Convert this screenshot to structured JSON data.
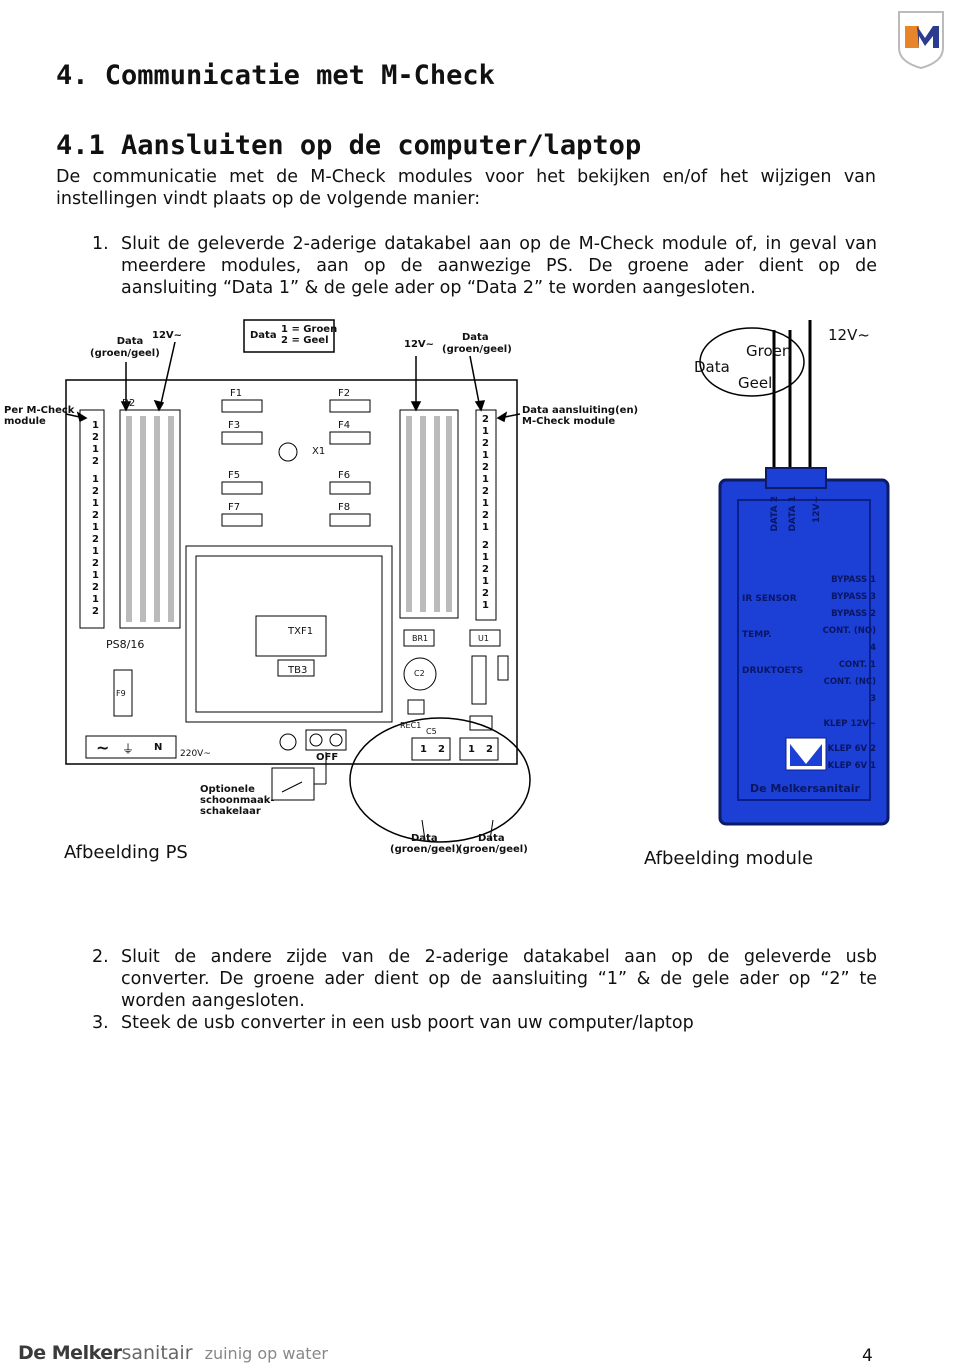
{
  "header": {
    "chapter": "4.   Communicatie met M-Check",
    "section": "4.1  Aansluiten op de computer/laptop"
  },
  "intro": {
    "line1": "De communicatie met de M-Check modules voor het bekijken en/of het wijzigen van",
    "line2": "instellingen vindt plaats op de volgende manier:"
  },
  "steps": {
    "s1_num": "1.",
    "s1_l1": "Sluit de geleverde 2-aderige datakabel aan op de M-Check module of, in geval van",
    "s1_l2": "meerdere modules,  aan op de aanwezige PS. De groene ader dient op de",
    "s1_l3": "aansluiting “Data 1” & de gele ader op “Data 2” te worden aangesloten.",
    "s2_num": "2.",
    "s2_l1": "Sluit de andere zijde van de 2-aderige datakabel aan op de geleverde usb",
    "s2_l2": "converter. De groene ader dient op de aansluiting “1” & de gele ader op “2” te",
    "s2_l3": "worden aangesloten.",
    "s3_num": "3.",
    "s3_l1": "Steek de usb converter in een usb poort van uw computer/laptop"
  },
  "ps_diagram": {
    "data_top_left": "Data",
    "data_top_left_sub": "(groen/geel)",
    "v12_left": "12V~",
    "legend_data": "Data",
    "legend_l1": "1 = Groen",
    "legend_l2": "2 = Geel",
    "v12_mid": "12V~",
    "data_top_right": "Data",
    "data_top_right_sub": "(groen/geel)",
    "per_mcheck": "Per M-Check",
    "per_mcheck_2": "module",
    "data_aansluiting": "Data aansluiting(en)",
    "data_aansluiting_2": "M-Check module",
    "board_b2": "B2",
    "fuses": [
      "F1",
      "F2",
      "F3",
      "F4",
      "F5",
      "F6",
      "F7",
      "F8"
    ],
    "x1": "X1",
    "model": "PS8/16",
    "txf": "TXF1",
    "tb3": "TB3",
    "f9": "F9",
    "br1": "BR1",
    "u1": "U1",
    "c2": "C2",
    "rec1": "REC1",
    "c5": "C5",
    "power_tilde": "~",
    "power_n": "N",
    "power_v": "220V~",
    "off": "OFF",
    "term_pins": [
      "1",
      "2",
      "1",
      "2"
    ],
    "left_pins": [
      "1",
      "2",
      "1",
      "2",
      "1",
      "2",
      "1",
      "2",
      "1",
      "2",
      "1",
      "2",
      "1",
      "2",
      "1",
      "2"
    ],
    "right_pins": [
      "2",
      "1",
      "2",
      "1",
      "2",
      "1",
      "2",
      "1",
      "2",
      "1",
      "2",
      "1",
      "2",
      "1",
      "2",
      "1"
    ],
    "switch_l1": "Optionele",
    "switch_l2": "schoonmaak-",
    "switch_l3": "schakelaar",
    "bottom_data1": "Data",
    "bottom_data1_sub": "(groen/geel)",
    "bottom_data2": "Data",
    "bottom_data2_sub": "(groen/geel)",
    "caption": "Afbeelding PS"
  },
  "module_diagram": {
    "data": "Data",
    "groen": "Groen",
    "geel": "Geel",
    "v12": "12V~",
    "top_labels": [
      "DATA 2",
      "DATA 1",
      "12V~"
    ],
    "left_labels": [
      "IR SENSOR",
      "TEMP.",
      "DRUKTOETS"
    ],
    "right_labels": [
      "BYPASS 1",
      "BYPASS 3",
      "BYPASS 2",
      "CONT. (NO) 4",
      "CONT. 1",
      "CONT. (NC) 3",
      "KLEP 12V~",
      "KLEP 6V 2",
      "KLEP 6V 1"
    ],
    "brand": "De Melkersanitair",
    "caption": "Afbeelding module"
  },
  "footer": {
    "brand_bold": "De Melker",
    "brand_light": "sanitair",
    "tagline": "zuinig op water",
    "page": "4"
  },
  "colors": {
    "module_blue": "#1c3fd6",
    "logo_orange": "#e8842a",
    "logo_blue": "#2b3c8f"
  }
}
